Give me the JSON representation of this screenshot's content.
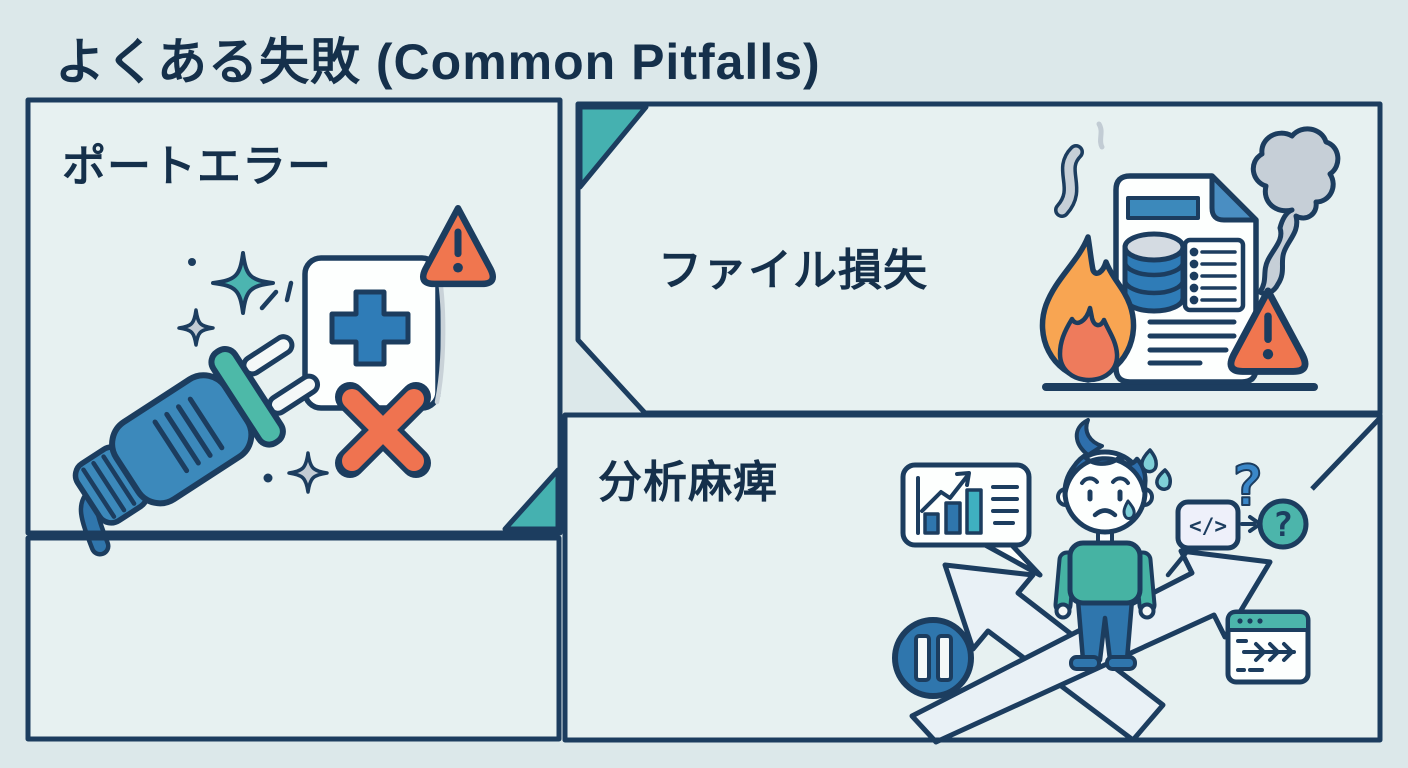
{
  "title": "よくある失敗 (Common Pitfalls)",
  "panels": [
    {
      "id": "port-error",
      "label": "ポートエラー"
    },
    {
      "id": "file-loss",
      "label": "ファイル損失"
    },
    {
      "id": "analysis-paralysis",
      "label": "分析麻痺"
    }
  ],
  "glyphs": {
    "code": "</>",
    "question": "?"
  },
  "colors": {
    "background": "#dce8ea",
    "panel_fill": "#e7f1f1",
    "outline_navy": "#1c3d5f",
    "text_navy": "#15304b",
    "accent_teal": "#45b1b0",
    "primary_blue": "#3380b5",
    "alert_orange": "#f0764f",
    "flame_orange": "#f8a552",
    "flame_inner": "#ee7b5c",
    "smoke_gray": "#c6cfd7"
  }
}
